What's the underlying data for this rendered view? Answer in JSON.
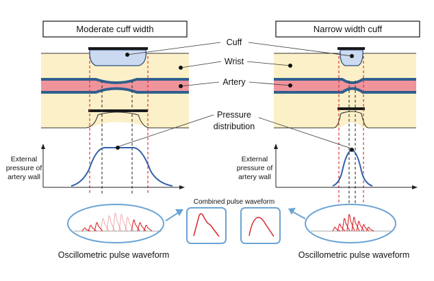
{
  "titles": {
    "left": "Moderate cuff width",
    "right": "Narrow width cuff"
  },
  "labels": {
    "cuff": "Cuff",
    "wrist": "Wrist",
    "artery": "Artery",
    "pressure_line1": "Pressure",
    "pressure_line2": "distribution",
    "combined": "Combined pulse waveform"
  },
  "axis_label": {
    "line1": "External",
    "line2": "pressure of",
    "line3": "artery wall"
  },
  "bottom": {
    "left": "Oscillometric pulse waveform",
    "right": "Oscillometric pulse waveform"
  },
  "colors": {
    "skin": "#fbf0c8",
    "artery": "#f0949c",
    "artery_wall": "#2f5f8e",
    "cuff_fill": "#cbdaf0",
    "cuff_outline": "#2f4f7f",
    "curve": "#2f5fa8",
    "pulse": "#d9252b",
    "ellipse": "#6aa3d4",
    "guide_red": "#d9252b"
  }
}
